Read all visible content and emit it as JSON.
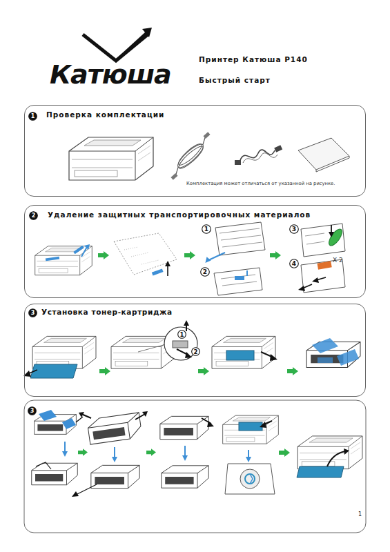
{
  "diagram": {
    "title": "Принтер Катюша P140",
    "nodes": [
      {
        "text": [
          "Проверка комплектации",
          "Комплектация может отличаться от указанной на рисунке."
        ]
      },
      {
        "text": [
          "1"
        ],
        "in": 0
      },
      {
        "text": [
          "Удаление защитных транспортировочных материалов"
        ]
      },
      {
        "text": [
          "2"
        ],
        "in": 2
      },
      {
        "text": [
          "1"
        ],
        "in": 2
      },
      {
        "text": [
          "2"
        ],
        "in": 2
      },
      {
        "text": [
          "3"
        ],
        "in": 2
      },
      {
        "text": [
          "4"
        ],
        "in": 2
      },
      {
        "text": [
          "Установка тонер-картриджа"
        ]
      },
      {
        "text": [
          "3"
        ],
        "in": 8
      },
      {
        "text": [
          "1"
        ],
        "in": 8
      },
      {
        "text": [
          "2"
        ],
        "in": 8
      },
      {
        "text": [
          "3"
        ]
      }
    ],
    "labels": [
      "Катюша",
      "Быстрый старт",
      "X 2",
      "1"
    ]
  }
}
